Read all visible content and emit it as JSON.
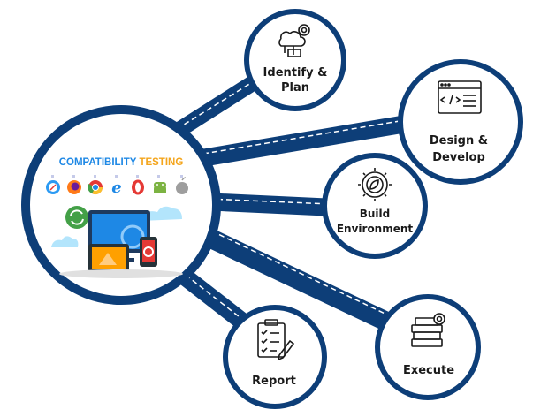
{
  "hub": {
    "title_part1": "COMPATIBILITY",
    "title_part2": "TESTING",
    "colors": {
      "title_part1": "#1e88e5",
      "title_part2": "#f4a51c"
    },
    "browser_icons": [
      "safari-icon",
      "firefox-icon",
      "chrome-icon",
      "ie-icon",
      "opera-icon",
      "android-icon",
      "apple-icon"
    ]
  },
  "nodes": [
    {
      "id": "identify",
      "line1": "Identify &",
      "line2": "Plan",
      "icon": "cloud-gear-icon"
    },
    {
      "id": "design",
      "line1": "Design &",
      "line2": "Develop",
      "icon": "code-window-icon"
    },
    {
      "id": "build",
      "line1": "Build",
      "line2": "Environment",
      "icon": "gear-leaf-icon"
    },
    {
      "id": "execute",
      "line1": "Execute",
      "line2": "",
      "icon": "stack-gear-icon"
    },
    {
      "id": "report",
      "line1": "Report",
      "line2": "",
      "icon": "clipboard-pen-icon"
    }
  ],
  "colors": {
    "navy": "#0d3e78",
    "ring": "#0d3e78",
    "dash": "#ffffff"
  }
}
